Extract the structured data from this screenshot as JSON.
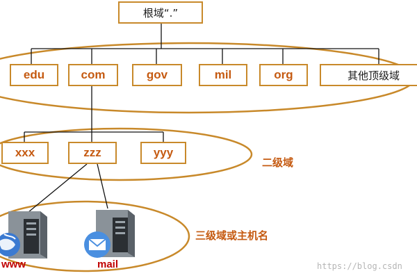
{
  "root": {
    "label": "根域“.”"
  },
  "top_level": [
    {
      "label": "edu"
    },
    {
      "label": "com"
    },
    {
      "label": "gov"
    },
    {
      "label": "mil"
    },
    {
      "label": "org"
    },
    {
      "label": "其他顶级域"
    }
  ],
  "second_level": [
    {
      "label": "xxx"
    },
    {
      "label": "zzz"
    },
    {
      "label": "yyy"
    }
  ],
  "second_level_caption": "二级域",
  "third_level_caption": "三级域或主机名",
  "hosts": [
    {
      "label": "www",
      "icon": "globe-server-icon"
    },
    {
      "label": "mail",
      "icon": "mail-server-icon"
    }
  ],
  "watermark": "https://blog.csdn",
  "colors": {
    "accent_border": "#c8892a",
    "label_text": "#c55a11",
    "host_label": "#c00000"
  }
}
